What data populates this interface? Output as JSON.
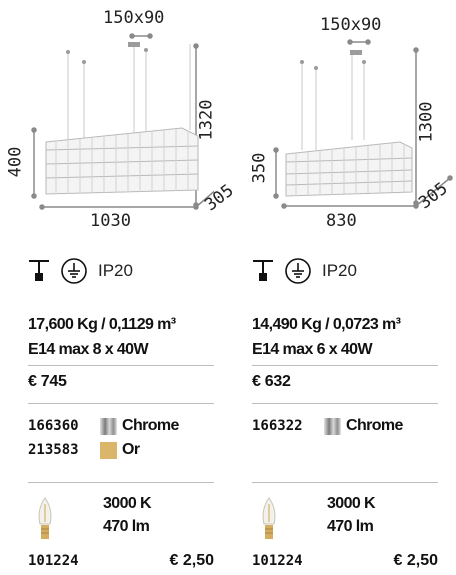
{
  "products": [
    {
      "dimensions": {
        "top": "150x90",
        "height": "1320",
        "body": "400",
        "depth": "305",
        "width": "1030"
      },
      "ip_rating": "IP20",
      "weight_volume": "17,600 Kg / 0,1129 m³",
      "lamp_spec": "E14 max 8 x 40W",
      "price": "€  745",
      "variants": [
        {
          "code": "166360",
          "finish": "Chrome",
          "swatch": "chrome"
        },
        {
          "code": "213583",
          "finish": "Or",
          "swatch": "gold"
        }
      ],
      "bulb": {
        "temperature": "3000 K",
        "lumen": "470 lm",
        "code": "101224",
        "price": "€ 2,50"
      }
    },
    {
      "dimensions": {
        "top": "150x90",
        "height": "1300",
        "body": "350",
        "depth": "305",
        "width": "830"
      },
      "ip_rating": "IP20",
      "weight_volume": "14,490 Kg / 0,0723 m³",
      "lamp_spec": "E14 max 6 x 40W",
      "price": "€  632",
      "variants": [
        {
          "code": "166322",
          "finish": "Chrome",
          "swatch": "chrome"
        }
      ],
      "bulb": {
        "temperature": "3000 K",
        "lumen": "470 lm",
        "code": "101224",
        "price": "€ 2,50"
      }
    }
  ],
  "colors": {
    "chrome": "#9a9a9a",
    "gold": "#d9b66a",
    "divider": "#bdbdbd"
  },
  "icons": [
    "ceiling-mount-icon",
    "earth-ground-icon",
    "led-filament-bulb-icon"
  ]
}
